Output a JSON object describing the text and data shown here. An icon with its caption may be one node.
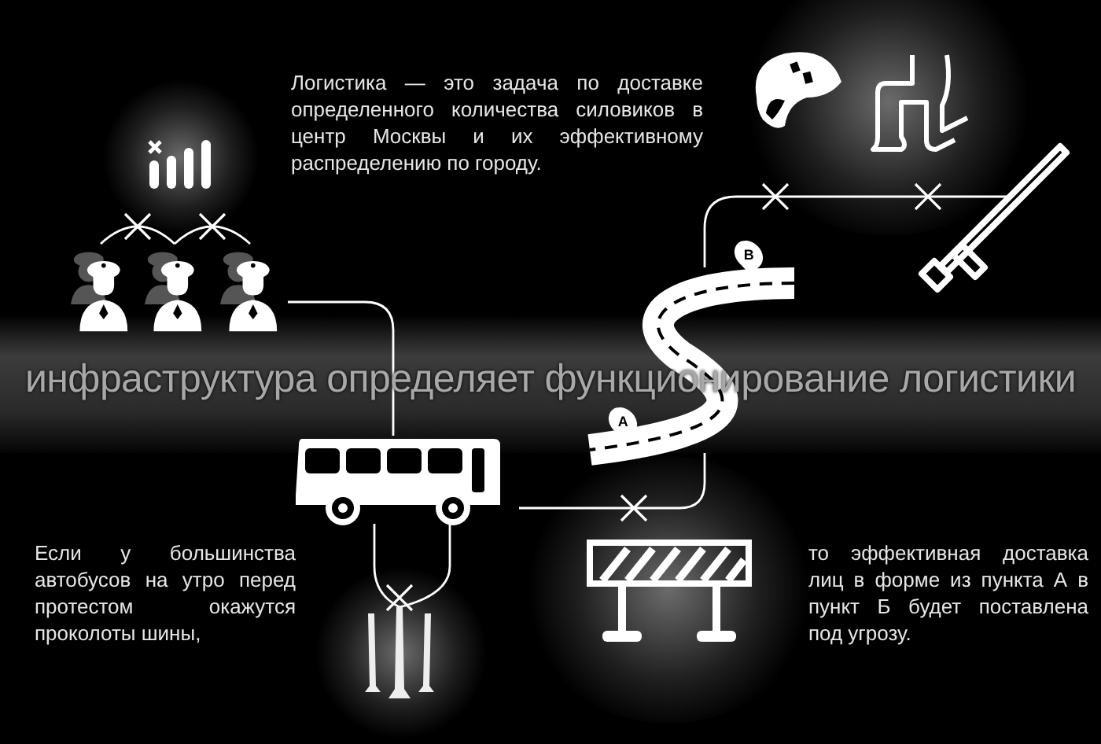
{
  "diagram": {
    "nodes": [
      {
        "text": [],
        "shape": "person"
      },
      {
        "text": [],
        "shape": "person"
      },
      {
        "text": [],
        "shape": "person"
      },
      {
        "text": [],
        "shape": "picture"
      },
      {
        "text": [],
        "shape": "picture"
      },
      {
        "text": [],
        "shape": "picture"
      },
      {
        "text": [],
        "shape": "picture"
      },
      {
        "text": [],
        "shape": "picture"
      },
      {
        "text": [],
        "shape": "picture"
      },
      {
        "text": [],
        "shape": "picture"
      }
    ],
    "edges": [
      {
        "from": 0,
        "to": 1,
        "arrow": "none"
      },
      {
        "from": 1,
        "to": 2,
        "arrow": "none"
      },
      {
        "from": 2,
        "to": 7,
        "arrow": "none"
      },
      {
        "from": 7,
        "to": 6,
        "arrow": "none"
      },
      {
        "from": 7,
        "to": 8,
        "arrow": "none"
      },
      {
        "from": 6,
        "to": 5,
        "arrow": "none"
      }
    ],
    "labels": [
      "Логистика — это задача по доставке определенного количества силовиков в центр Москвы и их эффективному распределению по городу.",
      "инфраструктура определяет функционирование логистики",
      "B",
      "A",
      "Если у большинства автобусов на утро перед протестом окажутся проколоты шины,",
      "то эффективная доставка лиц в форме из пункта А в пункт Б будет поставлена под угрозу."
    ]
  }
}
